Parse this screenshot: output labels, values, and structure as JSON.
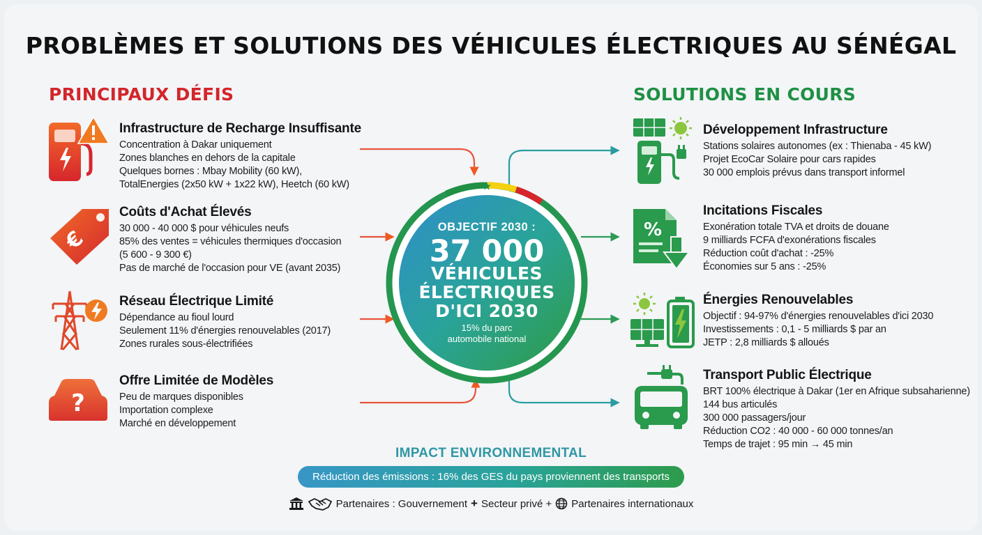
{
  "title": "PROBLÈMES ET SOLUTIONS DES VÉHICULES ÉLECTRIQUES AU SÉNÉGAL",
  "left_title": "PRINCIPAUX DÉFIS",
  "right_title": "SOLUTIONS EN COURS",
  "challenges": [
    {
      "icon": "charging-station-warning-icon",
      "title": "Infrastructure de Recharge Insuffisante",
      "lines": [
        "Concentration à Dakar uniquement",
        "Zones blanches en dehors de la capitale",
        "Quelques bornes : Mbay Mobility (60 kW),",
        "TotalEnergies (2x50 kW + 1x22 kW), Heetch (60 kW)"
      ]
    },
    {
      "icon": "euro-price-tag-icon",
      "title": "Coûts d'Achat Élevés",
      "lines": [
        "30 000 - 40 000 $ pour véhicules neufs",
        "85% des ventes = véhicules thermiques d'occasion",
        "(5 600 - 9 300 €)",
        "Pas de marché de l'occasion pour VE (avant 2035)"
      ]
    },
    {
      "icon": "power-pylon-icon",
      "title": "Réseau Électrique Limité",
      "lines": [
        "Dépendance au fioul lourd",
        "Seulement 11% d'énergies renouvelables (2017)",
        "Zones rurales sous-électrifiées"
      ]
    },
    {
      "icon": "car-question-icon",
      "title": "Offre Limitée de Modèles",
      "lines": [
        "Peu de marques disponibles",
        "Importation complexe",
        "Marché en développement"
      ]
    }
  ],
  "solutions": [
    {
      "icon": "solar-charging-station-icon",
      "title": "Développement Infrastructure",
      "lines": [
        "Stations solaires autonomes (ex : Thienaba - 45 kW)",
        "Projet EcoCar Solaire pour cars rapides",
        "30 000 emplois prévus dans transport informel"
      ]
    },
    {
      "icon": "tax-document-percent-icon",
      "title": "Incitations Fiscales",
      "lines": [
        "Exonération totale TVA et droits de douane",
        "9 milliards FCFA d'exonérations fiscales",
        "Réduction coût d'achat : -25%",
        "Économies sur 5 ans : -25%"
      ]
    },
    {
      "icon": "solar-battery-icon",
      "title": "Énergies Renouvelables",
      "lines": [
        "Objectif : 94-97% d'énergies renouvelables d'ici 2030",
        "Investissements : 0,1 - 5 milliards $ par an",
        "JETP : 2,8 milliards $ alloués"
      ]
    },
    {
      "icon": "electric-bus-icon",
      "title": "Transport Public Électrique",
      "lines": [
        "BRT 100% électrique à Dakar (1er en Afrique subsaharienne)",
        "144 bus articulés",
        "300 000 passagers/jour",
        "Réduction CO2 : 40 000 - 60 000 tonnes/an",
        "Temps de trajet : 95 min → 45 min"
      ]
    }
  ],
  "center": {
    "label": "OBJECTIF 2030 :",
    "number": "37 000",
    "line1": "VÉHICULES",
    "line2": "ÉLECTRIQUES",
    "line3": "D'ICI 2030",
    "small1": "15% du parc",
    "small2": "automobile national"
  },
  "impact": {
    "title": "IMPACT ENVIRONNEMENTAL",
    "pill": "Réduction des émissions : 16% des GES du pays proviennent des transports"
  },
  "partners": {
    "label1": "Partenaires : Gouvernement",
    "plus": "+",
    "label2": "Secteur privé +",
    "label3": "Partenaires internationaux"
  },
  "colors": {
    "red": "#d3262b",
    "orange": "#ef5a24",
    "green": "#1f9044",
    "teal": "#2a9ca0",
    "blue": "#3796c6"
  }
}
